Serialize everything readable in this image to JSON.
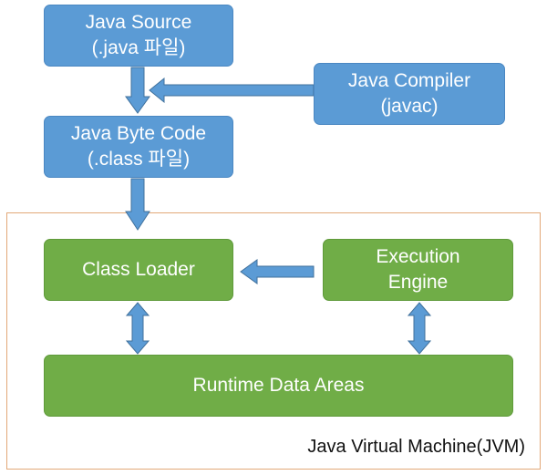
{
  "boxes": {
    "java_source": {
      "line1": "Java Source",
      "line2": "(.java 파일)"
    },
    "java_compiler": {
      "line1": "Java Compiler",
      "line2": "(javac)"
    },
    "java_byte_code": {
      "line1": "Java Byte Code",
      "line2": "(.class 파일)"
    },
    "class_loader": {
      "line1": "Class Loader"
    },
    "execution_engine": {
      "line1": "Execution",
      "line2": "Engine"
    },
    "runtime_data_areas": {
      "line1": "Runtime Data Areas"
    }
  },
  "jvm_label": "Java Virtual Machine(JVM)",
  "colors": {
    "blue": "#5b9bd5",
    "green": "#70ad47",
    "frame": "#e2a878"
  }
}
